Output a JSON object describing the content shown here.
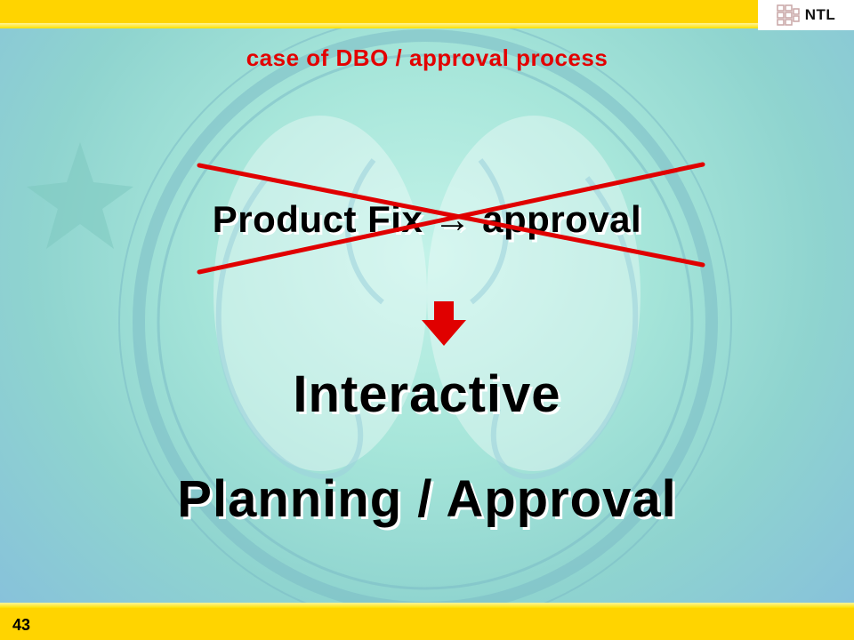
{
  "header": {
    "logo_text": "NTL",
    "logo_accent_color": "#e8a000"
  },
  "slide": {
    "subtitle": "case of DBO / approval process",
    "old_process": {
      "text_before": "Product Fix",
      "arrow_glyph": "→",
      "text_after": "approval"
    },
    "new_process": {
      "line1": "Interactive",
      "line2": "Planning / Approval"
    },
    "page_number": "43"
  },
  "colors": {
    "accent_red": "#e30000",
    "bar_yellow": "#ffd400",
    "cross_red": "#e00000"
  },
  "icons": [
    "ntl-logo-icon",
    "cross-out-icon",
    "down-arrow-icon"
  ]
}
